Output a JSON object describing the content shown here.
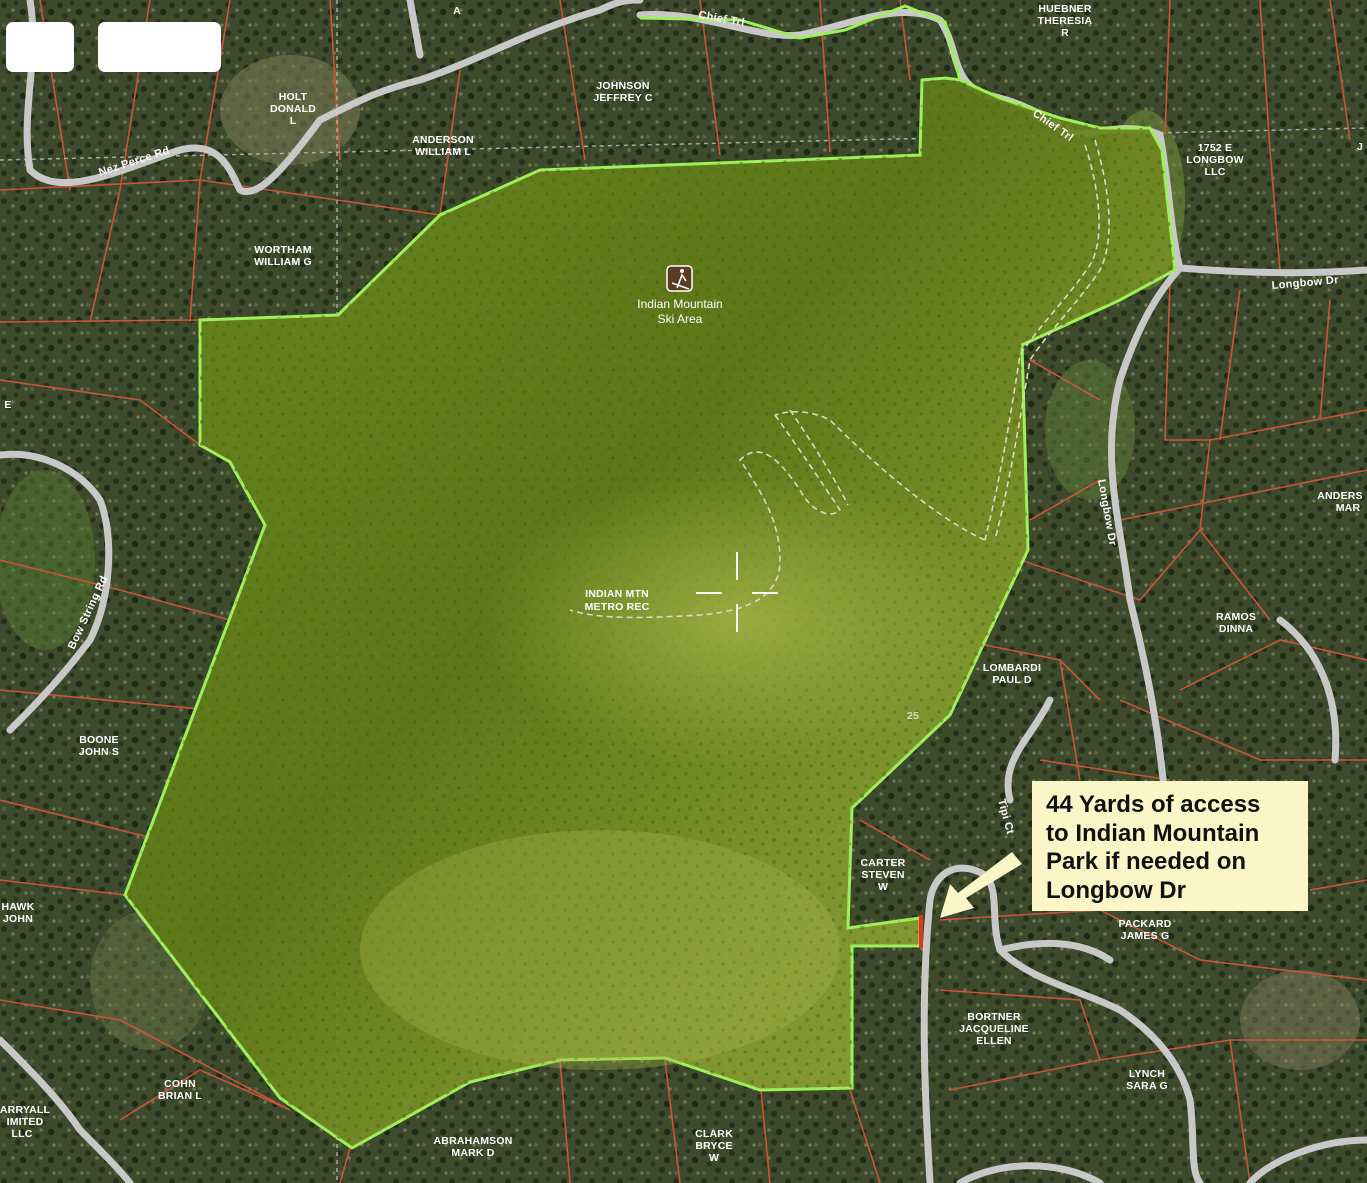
{
  "map": {
    "layer": "satellite",
    "highlight_color": "#8fe34a",
    "parcel_line_color": "#c9553c",
    "road_color": "#c8c8c8",
    "access_marker_color": "#e8321e"
  },
  "toolbar": {
    "buttons": [
      {
        "label": ""
      },
      {
        "label": ""
      }
    ]
  },
  "roads": {
    "chief_trl_top": "Chief Trl",
    "chief_trl_mid": "Chief Trl",
    "nez_perce": "Nez Perce Rd",
    "longbow_right": "Longbow Dr",
    "longbow_vertical": "Longbow Dr",
    "bow_string": "Bow String Rd",
    "tipi_ct": "Tipi Ct"
  },
  "poi": {
    "icon": "skier-icon",
    "name_line1": "Indian Mountain",
    "name_line2": "Ski Area",
    "parcel_line1": "INDIAN MTN",
    "parcel_line2": "METRO REC",
    "route_number": "25"
  },
  "owners": {
    "a_top": "A",
    "holt_1": "HOLT",
    "holt_2": "DONALD",
    "holt_3": "L",
    "johnson_1": "JOHNSON",
    "johnson_2": "JEFFREY C",
    "huebner_1": "HUEBNER",
    "huebner_2": "THERESIA",
    "huebner_3": "R",
    "anderson_1": "ANDERSON",
    "anderson_2": "WILLIAM L",
    "longbow_llc_1": "1752 E",
    "longbow_llc_2": "LONGBOW",
    "longbow_llc_3": "LLC",
    "wortham_1": "WORTHAM",
    "wortham_2": "WILLIAM G",
    "ander_right_1": "ANDERS",
    "ander_right_2": "MAR",
    "ramos_1": "RAMOS",
    "ramos_2": "DINNA",
    "lombardi_1": "LOMBARDI",
    "lombardi_2": "PAUL D",
    "boone_1": "BOONE",
    "boone_2": "JOHN S",
    "carter_1": "CARTER",
    "carter_2": "STEVEN",
    "carter_3": "W",
    "packard_1": "PACKARD",
    "packard_2": "JAMES G",
    "hawk_1": "HAWK",
    "hawk_2": "JOHN",
    "bortner_1": "BORTNER",
    "bortner_2": "JACQUELINE",
    "bortner_3": "ELLEN",
    "lynch_1": "LYNCH",
    "lynch_2": "SARA G",
    "cohn_1": "COHN",
    "cohn_2": "BRIAN L",
    "yarrall_1": "ARRYALL",
    "yarrall_2": "IMITED",
    "yarrall_3": "LLC",
    "abrahamson_1": "ABRAHAMSON",
    "abrahamson_2": "MARK D",
    "clark_1": "CLARK",
    "clark_2": "BRYCE",
    "clark_3": "W",
    "edge_e": "E",
    "edge_j": "J"
  },
  "callout": {
    "line1": "44 Yards of access",
    "line2": "to Indian Mountain",
    "line3": "Park if needed on",
    "line4": "Longbow Dr"
  }
}
